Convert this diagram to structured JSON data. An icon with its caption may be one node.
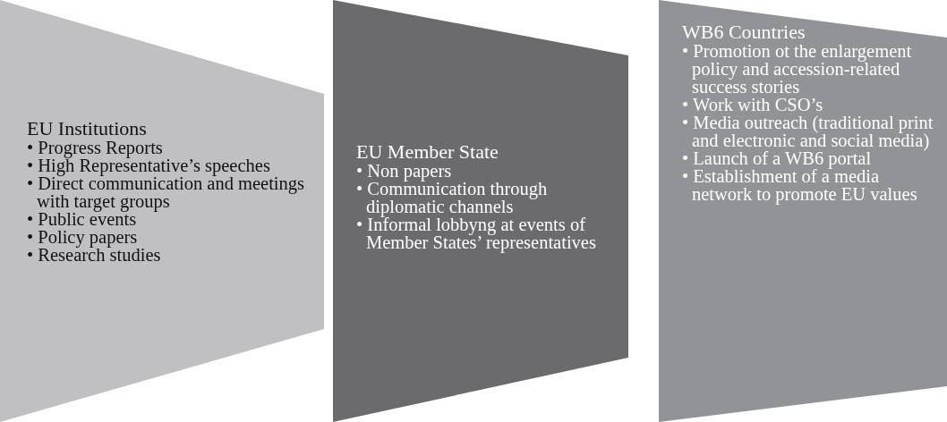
{
  "diagram": {
    "nodes": [
      {
        "text": [
          "EU Institutions",
          "• Progress Reports",
          "• High Representative’s speeches",
          "• Direct communication and meetings with target groups",
          "• Public events",
          "• Policy papers",
          "• Research studies"
        ]
      },
      {
        "text": [
          "EU Member State",
          "• Non papers",
          "• Communication through diplomatic channels",
          "• Informal lobbyng at events of Member States’ representatives"
        ]
      },
      {
        "text": [
          "WB6 Countries",
          "• Promotion ot the enlargement policy and accession-related success stories",
          "• Work with CSO’s",
          "• Media outreach (traditional print and electronic and social media)",
          "• Launch of a WB6 portal",
          "• Establishment of a media network to promote EU values"
        ]
      }
    ]
  }
}
